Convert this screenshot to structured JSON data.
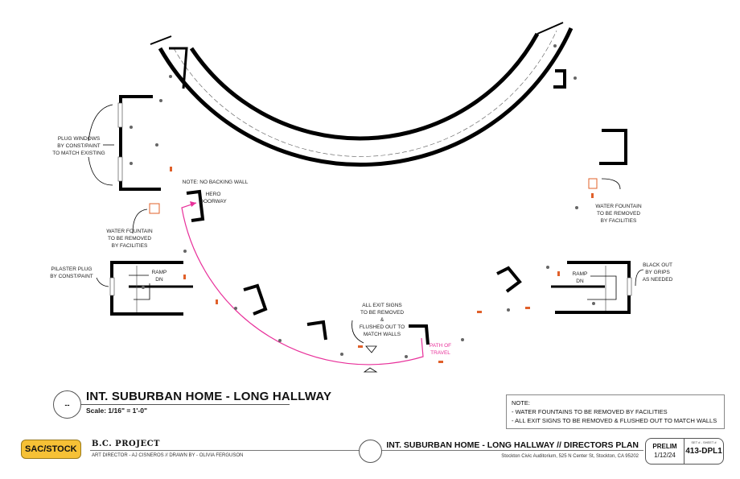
{
  "drawing": {
    "annotations": {
      "plug_windows": [
        "PLUG WINDOWS",
        "BY CONST/PAINT",
        "TO MATCH EXISTING"
      ],
      "no_backing_wall": "NOTE: NO BACKING WALL",
      "hero_doorway": [
        "HERO",
        "DOORWAY"
      ],
      "water_fountain_left": [
        "WATER FOUNTAIN",
        "TO BE REMOVED",
        "BY FACILITIES"
      ],
      "water_fountain_right": [
        "WATER FOUNTAIN",
        "TO BE REMOVED",
        "BY FACILITIES"
      ],
      "pilaster_plug": [
        "PILASTER PLUG",
        "BY CONST/PAINT"
      ],
      "ramp_left": [
        "RAMP",
        "DN"
      ],
      "ramp_right": [
        "RAMP",
        "DN"
      ],
      "exit_signs": [
        "ALL EXIT SIGNS",
        "TO BE REMOVED &",
        "FLUSHED OUT TO",
        "MATCH WALLS"
      ],
      "path_of_travel": [
        "PATH OF",
        "TRAVEL"
      ],
      "black_out": [
        "BLACK OUT",
        "BY GRIPS",
        "AS NEEDED"
      ]
    },
    "colors": {
      "wall": "#000000",
      "path": "#e8309a",
      "fixture": "#e0602a"
    }
  },
  "view_label": {
    "bubble": "--",
    "title": "INT. SUBURBAN HOME - LONG HALLWAY",
    "scale": "Scale: 1/16\" = 1'-0\""
  },
  "notes": {
    "heading": "NOTE:",
    "items": [
      "- WATER FOUNTAINS TO BE REMOVED BY FACILITIES",
      "- ALL EXIT SIGNS TO BE REMOVED & FLUSHED OUT TO MATCH WALLS"
    ]
  },
  "title_block": {
    "badge": "SAC/STOCK",
    "badge_color": "#f6c136",
    "project": "B.C. PROJECT",
    "credits": "ART DIRECTOR - AJ CISNEROS // DRAWN BY - OLIVIA FERGUSON",
    "plan_title": "INT. SUBURBAN HOME - LONG HALLWAY // DIRECTORS PLAN",
    "address": "Stockton Civic Auditorium, 525 N Center St, Stockton, CA 95202",
    "status": "PRELIM",
    "date": "1/12/24",
    "sheet_label": "SET # - SHEET #",
    "sheet": "413-DPL1"
  }
}
